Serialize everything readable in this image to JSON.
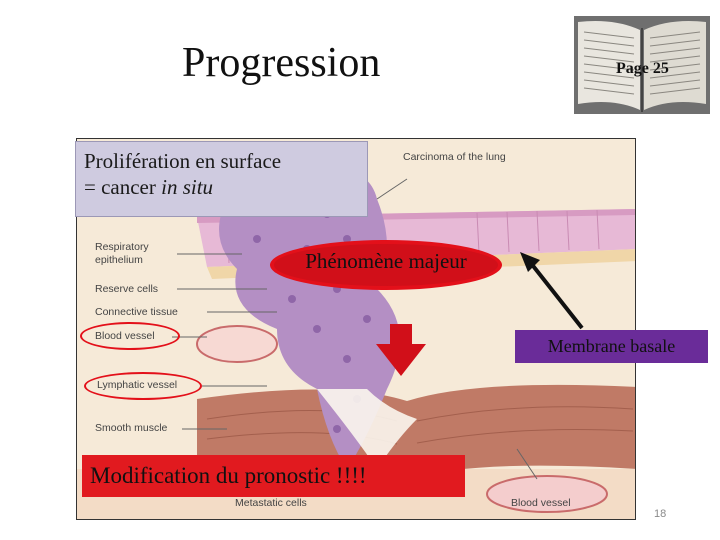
{
  "slide": {
    "title": "Progression",
    "page_ref": "Page 25",
    "page_number": "18"
  },
  "figure": {
    "labels": {
      "carcinoma": "Carcinoma of the lung",
      "respiratory": "Respiratory epithelium",
      "reserve": "Reserve cells",
      "connective": "Connective tissue",
      "blood_vessel": "Blood vessel",
      "lymphatic": "Lymphatic vessel",
      "smooth_muscle": "Smooth muscle",
      "metastatic": "Metastatic cells",
      "blood_vessel_2": "Blood vessel"
    }
  },
  "callouts": {
    "proliferation_line1": "Prolifération en surface",
    "proliferation_line2_prefix": "= cancer ",
    "proliferation_line2_italic": "in situ",
    "phenomene": "Phénomène majeur",
    "membrane": "Membrane basale",
    "modification": "Modification du pronostic !!!!"
  },
  "colors": {
    "callout_box": "#cfcbe0",
    "highlight_red": "#e3101a",
    "membrane_purple": "#6a2c99",
    "tumor_purple": "#b48fc4",
    "epithelium_pink": "#e7b9d6",
    "muscle_brown": "#c07a66"
  }
}
